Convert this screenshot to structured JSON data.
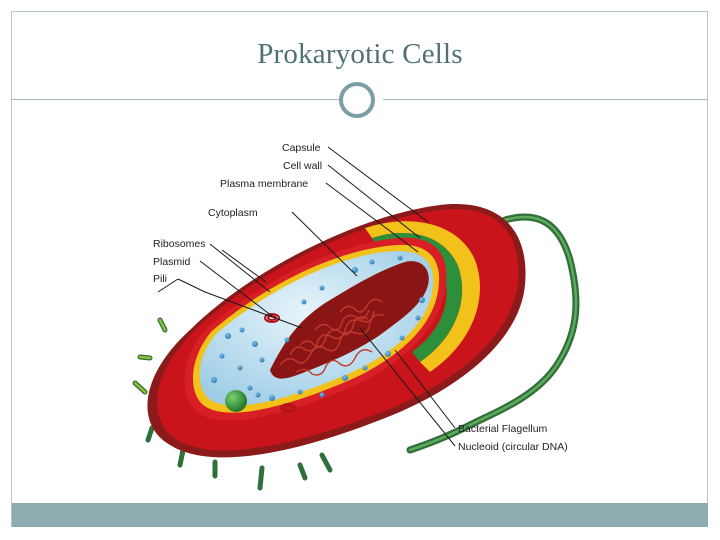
{
  "slide": {
    "title": "Prokaryotic Cells"
  },
  "diagram": {
    "labels": {
      "capsule": "Capsule",
      "cell_wall": "Cell wall",
      "plasma_membrane": "Plasma membrane",
      "cytoplasm": "Cytoplasm",
      "ribosomes": "Ribosomes",
      "plasmid": "Plasmid",
      "pili": "Pili",
      "flagellum": "Bacterial Flagellum",
      "nucleoid": "Nucleoid (circular DNA)"
    },
    "colors": {
      "capsule": "#c8141a",
      "capsule_dark": "#8c1a1a",
      "cell_wall": "#f2c21b",
      "plasma_membrane": "#2e8f3a",
      "cytoplasm": "#bfe0f2",
      "dna": "#9b1b1b",
      "pili": "#2f6f3a",
      "flagellum": "#2f6f3a",
      "accent": "#4f7176"
    }
  }
}
